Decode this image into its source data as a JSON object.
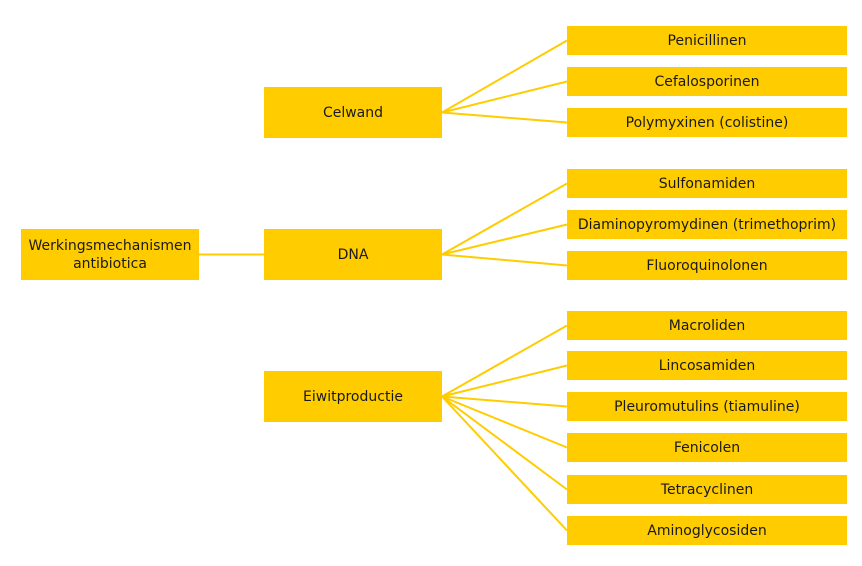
{
  "colors": {
    "box": "#FFCC00",
    "line": "#FFCC00",
    "text": "#1a1a1a",
    "background": "#ffffff"
  },
  "root": {
    "label": "Werkingsmechanismen antibiotica"
  },
  "categories": [
    {
      "label": "Celwand",
      "children": [
        "Penicillinen",
        "Cefalosporinen",
        "Polymyxinen (colistine)"
      ]
    },
    {
      "label": "DNA",
      "children": [
        "Sulfonamiden",
        "Diaminopyromydinen (trimethoprim)",
        "Fluoroquinolonen"
      ]
    },
    {
      "label": "Eiwitproductie",
      "children": [
        "Macroliden",
        "Lincosamiden",
        "Pleuromutulins (tiamuline)",
        "Fenicolen",
        "Tetracyclinen",
        "Aminoglycosiden"
      ]
    }
  ]
}
